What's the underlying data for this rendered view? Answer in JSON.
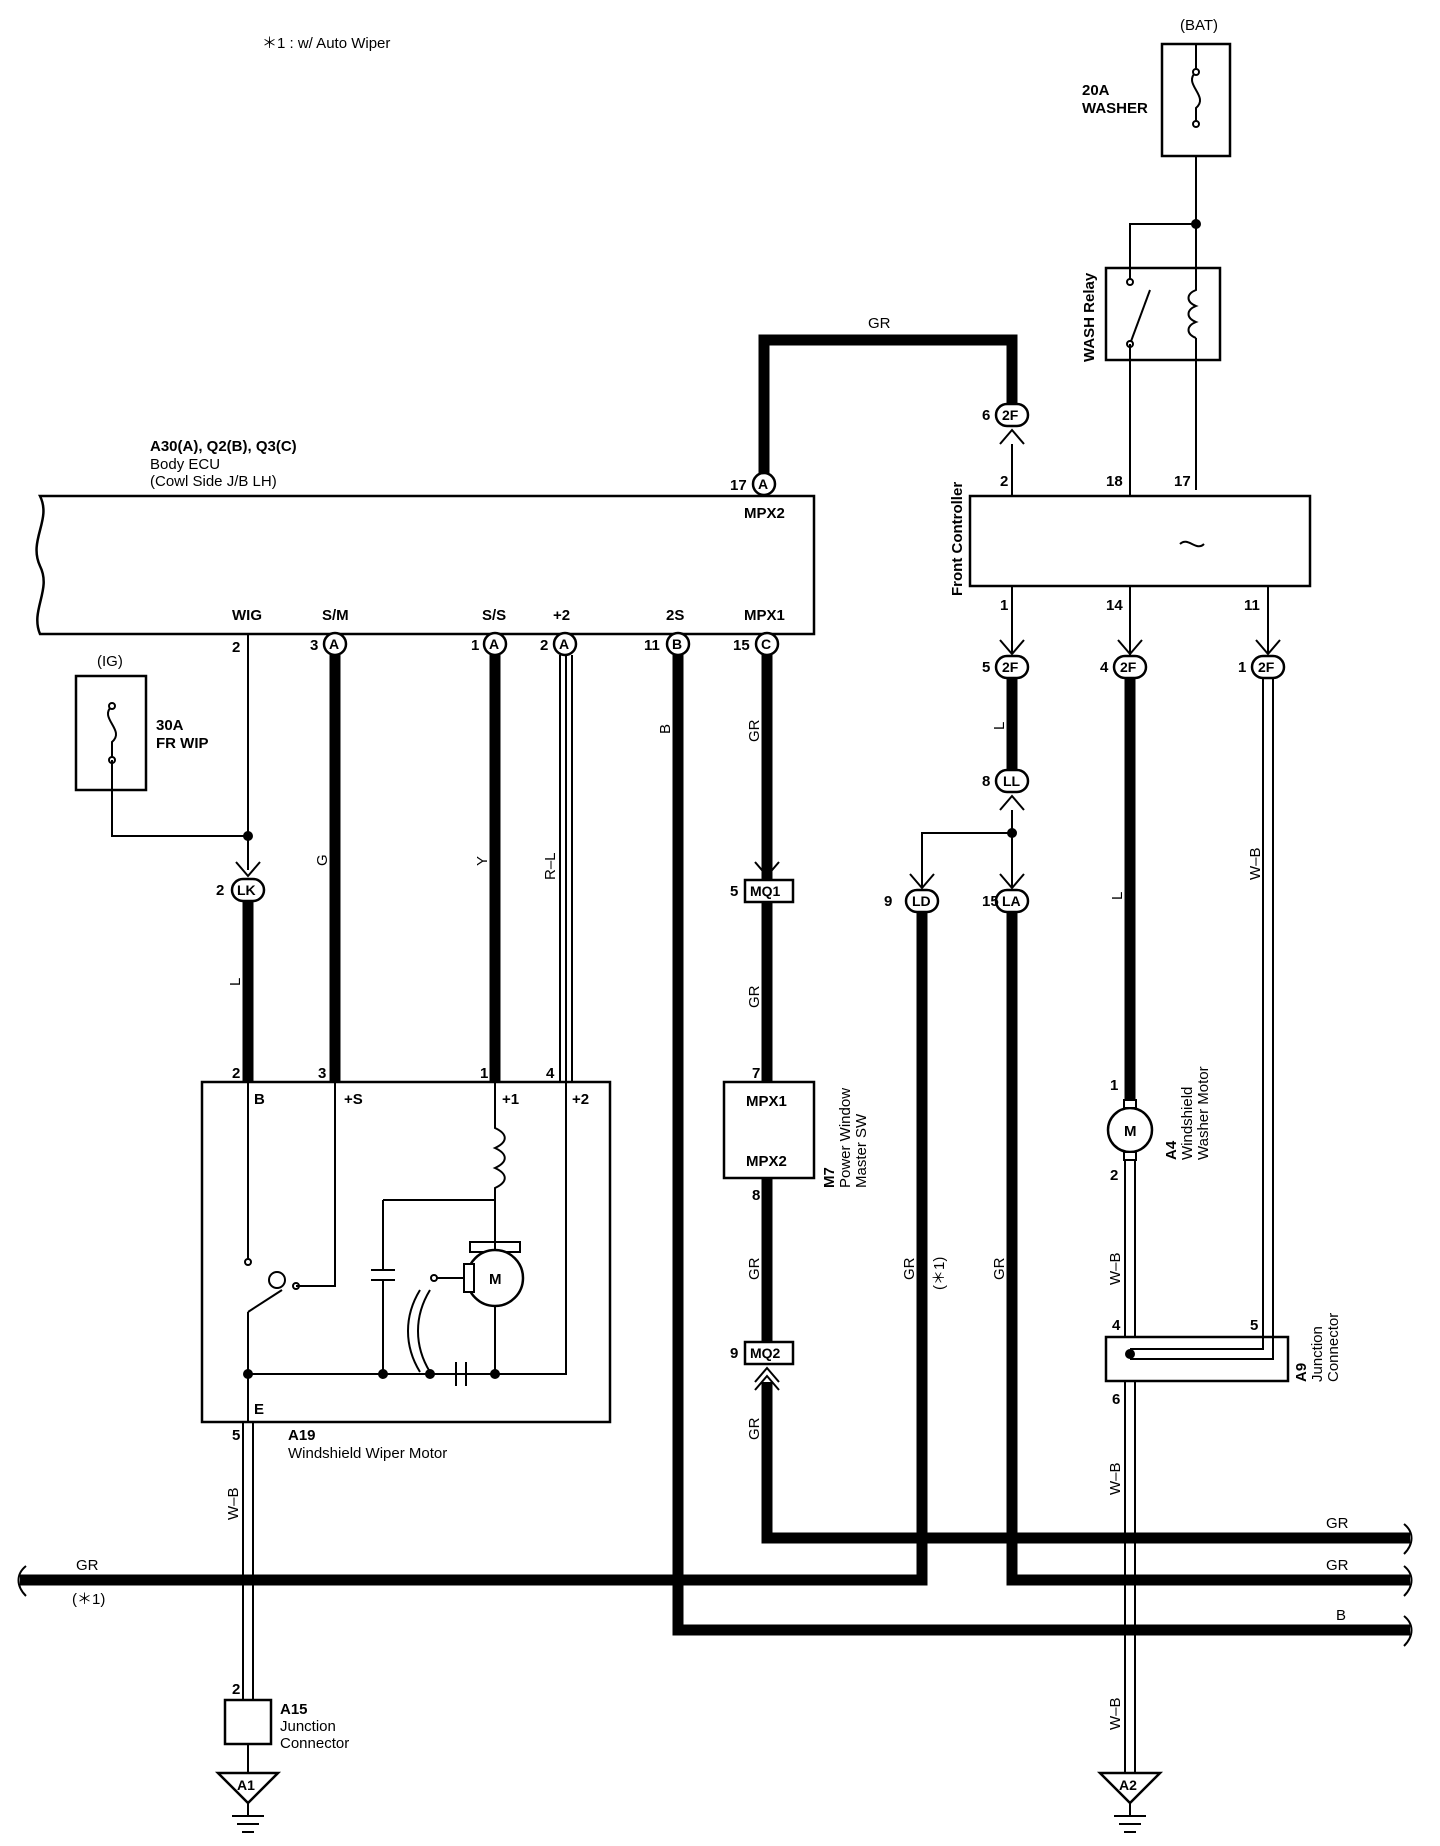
{
  "note": "＊1 : w/ Auto Wiper",
  "bat": {
    "label": "(BAT)",
    "fuse_amp": "20A",
    "fuse_name": "WASHER"
  },
  "ig": {
    "label": "(IG)",
    "fuse_amp": "30A",
    "fuse_name": "FR WIP"
  },
  "wash_relay": "WASH Relay",
  "body_ecu": {
    "code": "A30(A), Q2(B), Q3(C)",
    "name": "Body ECU",
    "location": "(Cowl Side J/B LH)",
    "mpx2": "MPX2",
    "terms": [
      "WIG",
      "S/M",
      "S/S",
      "+2",
      "2S",
      "MPX1"
    ]
  },
  "front_controller": "Front Controller",
  "wiper_motor": {
    "code": "A19",
    "name": "Windshield Wiper Motor",
    "terms": [
      "B",
      "+S",
      "+1",
      "+2",
      "E"
    ],
    "m": "M"
  },
  "washer_motor": {
    "code": "A4",
    "line1": "Windshield",
    "line2": "Washer Motor",
    "m": "M"
  },
  "pw_master": {
    "code": "M7",
    "line1": "Power Window",
    "line2": "Master SW",
    "t1": "MPX1",
    "t2": "MPX2"
  },
  "junction_a15": {
    "code": "A15",
    "line1": "Junction",
    "line2": "Connector"
  },
  "junction_a9": {
    "code": "A9",
    "line1": "Junction",
    "line2": "Connector"
  },
  "connectors": [
    "A",
    "B",
    "C",
    "2F",
    "LK",
    "LL",
    "LD",
    "LA",
    "MQ1",
    "MQ2"
  ],
  "grounds": [
    "A1",
    "A2"
  ],
  "pins": [
    "17",
    "2",
    "3",
    "1",
    "2",
    "11",
    "15",
    "6",
    "2",
    "18",
    "17",
    "1",
    "14",
    "11",
    "5",
    "4",
    "1",
    "8",
    "9",
    "15",
    "2",
    "5",
    "2",
    "3",
    "1",
    "4",
    "5",
    "7",
    "8",
    "9",
    "1",
    "2",
    "4",
    "5",
    "6",
    "2"
  ],
  "wire_colors": {
    "gr": "GR",
    "b": "B",
    "g": "G",
    "y": "Y",
    "l": "L",
    "wb": "W–B",
    "rl": "R–L"
  },
  "star1": "(＊1)"
}
